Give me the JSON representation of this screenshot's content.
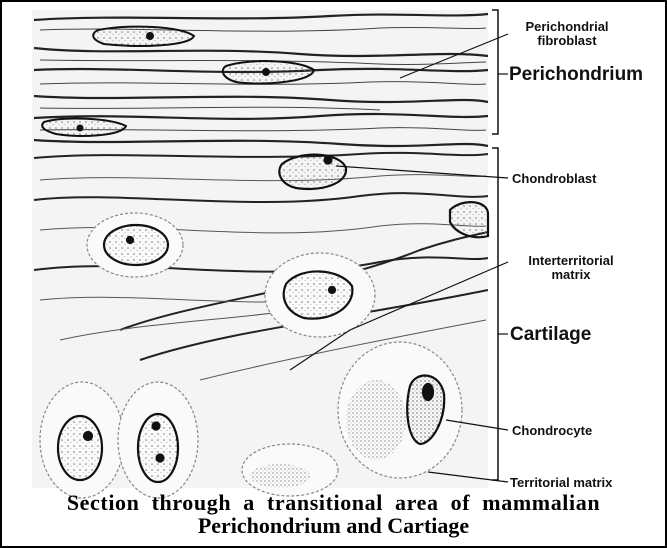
{
  "labels": {
    "perichondrial_fibroblast_line1": "Perichondrial",
    "perichondrial_fibroblast_line2": "fibroblast",
    "perichondrium": "Perichondrium",
    "chondroblast": "Chondroblast",
    "interterritorial_line1": "Interterritorial",
    "interterritorial_line2": "matrix",
    "cartilage": "Cartilage",
    "chondrocyte": "Chondrocyte",
    "territorial_matrix": "Territorial matrix"
  },
  "caption": {
    "line1": "Section through a transitional area of mammalian",
    "line2": "Perichondrium and Cartiage"
  }
}
